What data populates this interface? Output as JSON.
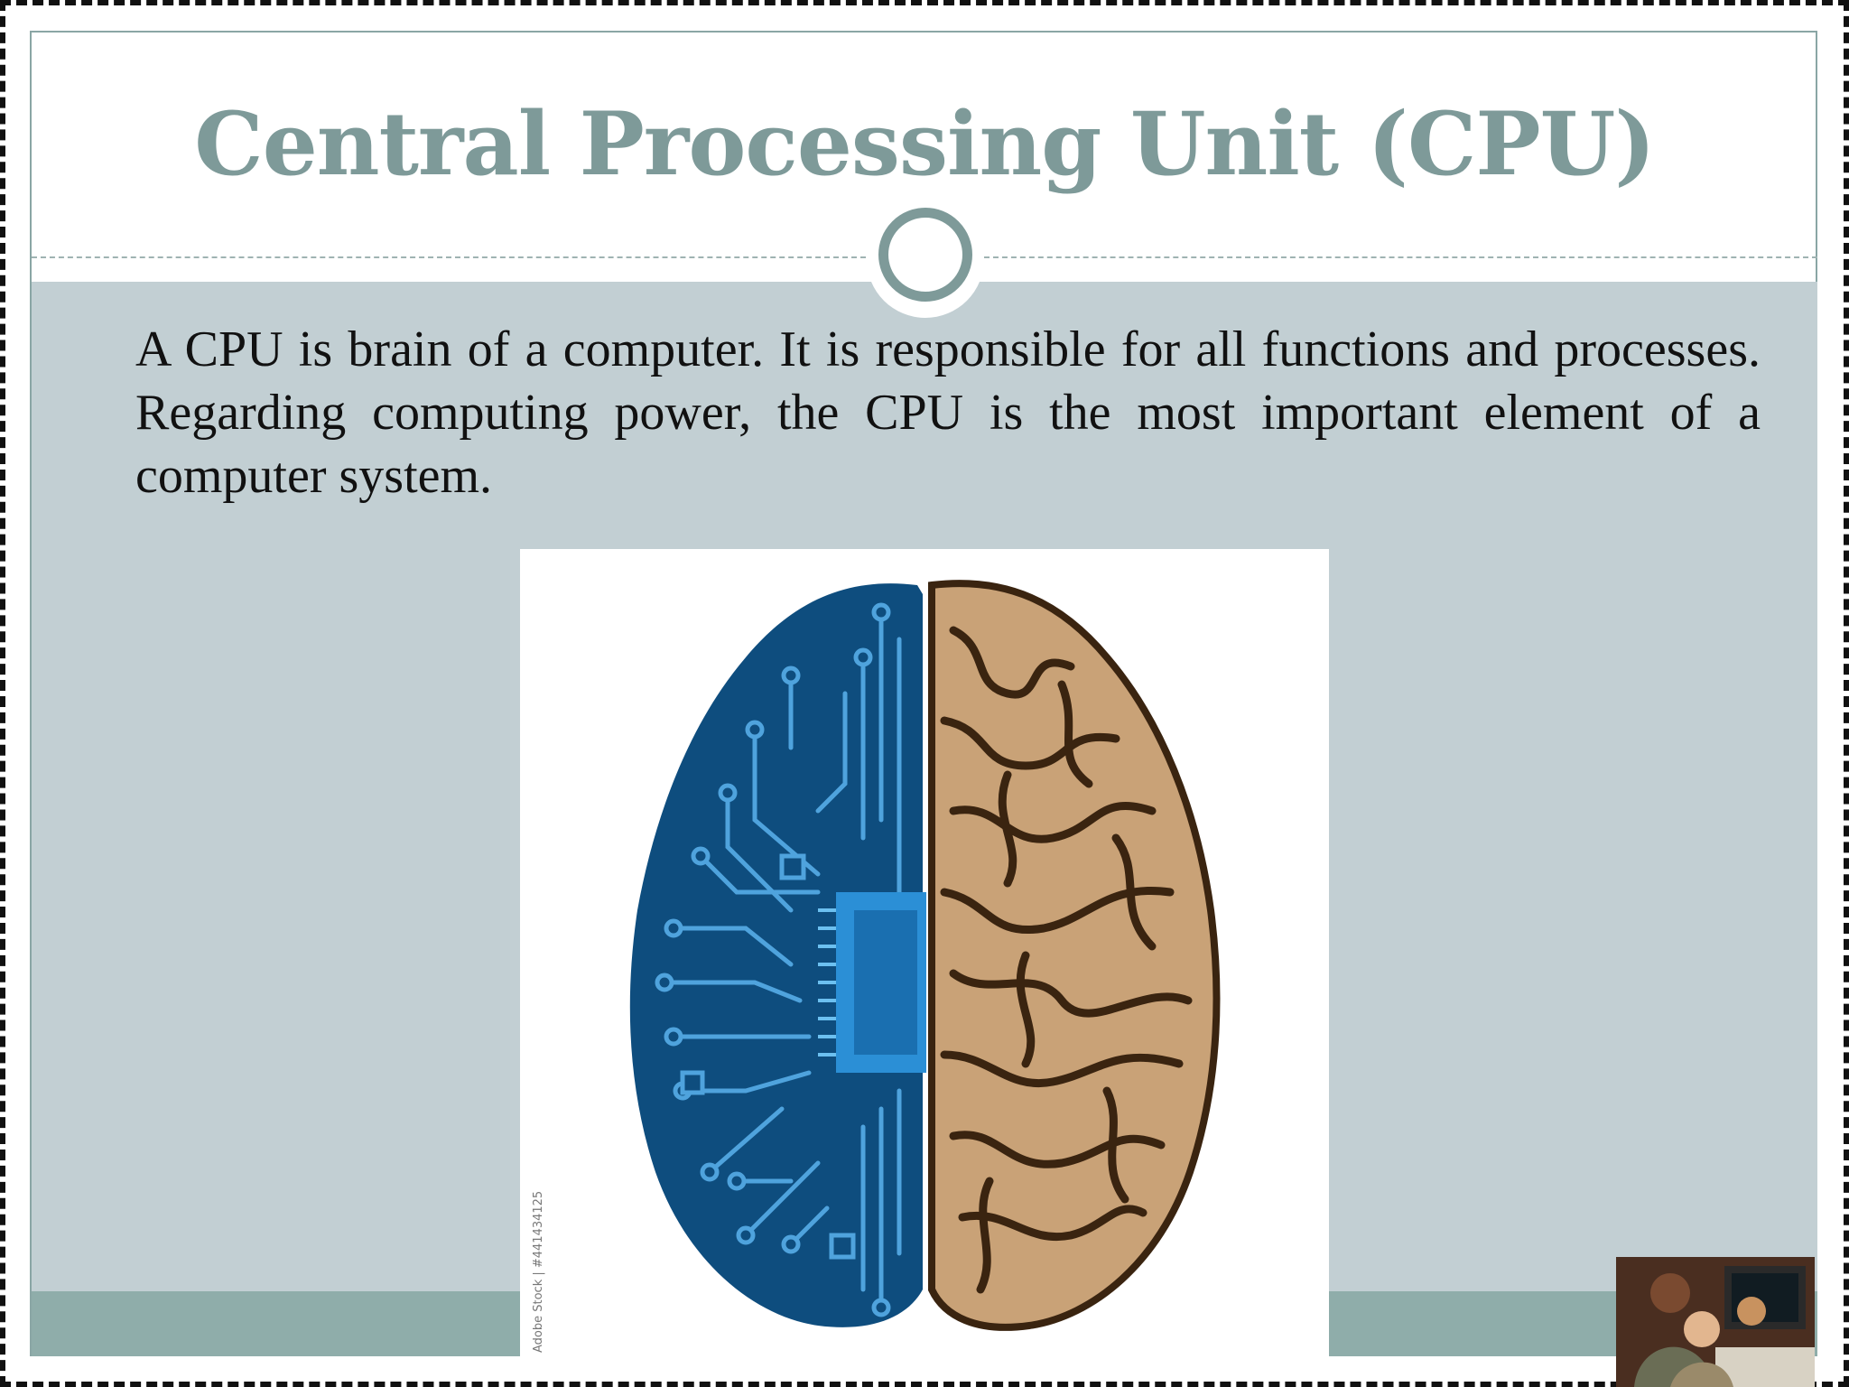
{
  "slide": {
    "title": "Central Processing Unit (CPU)",
    "body": "A CPU is brain of a computer. It is responsible for all functions and processes. Regarding computing power, the CPU is the most important element of a computer system."
  },
  "image": {
    "subject": "brain-half-circuit-half-organic",
    "watermark": "Adobe Stock | #441434125"
  },
  "thumbnail": {
    "subject": "people-at-vintage-computer"
  },
  "colors": {
    "title": "#7e9a99",
    "band": "#c2cfd3",
    "bottom_bar": "#8fadaa",
    "circuit_blue": "#0e4d7e",
    "brain_tan": "#c9a277"
  }
}
